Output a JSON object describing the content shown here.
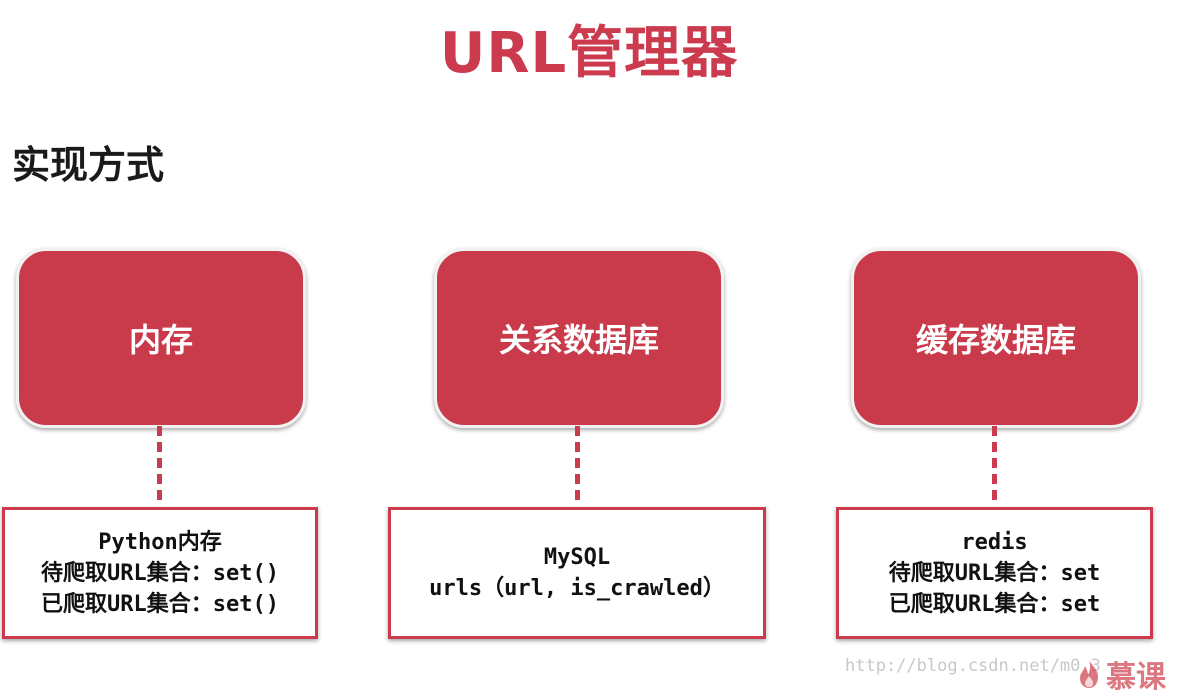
{
  "title": "URL管理器",
  "subtitle": "实现方式",
  "nodes": [
    {
      "label": "内存",
      "details": [
        "Python内存",
        "待爬取URL集合：set()",
        "已爬取URL集合：set()"
      ]
    },
    {
      "label": "关系数据库",
      "details": [
        "MySQL",
        "urls（url, is_crawled）"
      ]
    },
    {
      "label": "缓存数据库",
      "details": [
        "redis",
        "待爬取URL集合：set",
        "已爬取URL集合：set"
      ]
    }
  ],
  "watermark": "http://blog.csdn.net/m0_3",
  "logo": {
    "text": "慕课",
    "icon": "flame-icon"
  },
  "colors": {
    "accent": "#c93a4b",
    "title": "#cc3a4e",
    "text": "#111111"
  }
}
